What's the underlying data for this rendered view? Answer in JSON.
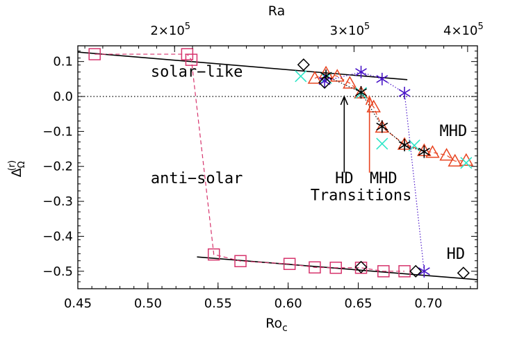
{
  "chart_data": {
    "type": "scatter",
    "xlabel": "Ro",
    "xlabel_sub": "c",
    "ylabel": "Δ",
    "ylabel_sub": "Ω",
    "ylabel_sup": "(r)",
    "top_axis_label": "Ra",
    "xlim": [
      0.45,
      0.735
    ],
    "ylim": [
      -0.55,
      0.145
    ],
    "x_ticks": [
      {
        "value": 0.45,
        "label": "0.45"
      },
      {
        "value": 0.5,
        "label": "0.50"
      },
      {
        "value": 0.55,
        "label": "0.55"
      },
      {
        "value": 0.6,
        "label": "0.60"
      },
      {
        "value": 0.65,
        "label": "0.65"
      },
      {
        "value": 0.7,
        "label": "0.70"
      }
    ],
    "y_ticks": [
      {
        "value": 0.1,
        "label": "0.1"
      },
      {
        "value": 0.0,
        "label": "0.0"
      },
      {
        "value": -0.1,
        "label": "−0.1"
      },
      {
        "value": -0.2,
        "label": "−0.2"
      },
      {
        "value": -0.3,
        "label": "−0.3"
      },
      {
        "value": -0.4,
        "label": "−0.4"
      },
      {
        "value": -0.5,
        "label": "−0.5"
      }
    ],
    "top_ticks": [
      {
        "ro": 0.519,
        "mant": "2×10",
        "exp": "5"
      },
      {
        "ro": 0.647,
        "mant": "3×10",
        "exp": "5"
      },
      {
        "ro": 0.728,
        "mant": "4×10",
        "exp": "5"
      }
    ],
    "reference_line_y": 0.0,
    "series": [
      {
        "marker": "square",
        "color": "#d6336c",
        "line": "dashed",
        "points": [
          [
            0.462,
            0.121
          ],
          [
            0.528,
            0.121
          ],
          [
            0.531,
            0.105
          ],
          [
            0.547,
            -0.452
          ],
          [
            0.566,
            -0.471
          ],
          [
            0.601,
            -0.479
          ],
          [
            0.619,
            -0.489
          ],
          [
            0.634,
            -0.49
          ],
          [
            0.652,
            -0.49
          ],
          [
            0.668,
            -0.5
          ],
          [
            0.683,
            -0.5
          ]
        ]
      },
      {
        "marker": "triangle",
        "color": "#e8431f",
        "line": "dashed",
        "points": [
          [
            0.619,
            0.052
          ],
          [
            0.627,
            0.067
          ],
          [
            0.635,
            0.058
          ],
          [
            0.644,
            0.038
          ],
          [
            0.652,
            0.01
          ],
          [
            0.661,
            -0.03
          ],
          [
            0.667,
            -0.088
          ],
          [
            0.683,
            -0.137
          ],
          [
            0.697,
            -0.155
          ],
          [
            0.703,
            -0.16
          ],
          [
            0.713,
            -0.168
          ],
          [
            0.719,
            -0.185
          ],
          [
            0.727,
            -0.183
          ]
        ]
      },
      {
        "marker": "x",
        "color": "#2ee6c8",
        "line": "none",
        "points": [
          [
            0.609,
            0.058
          ],
          [
            0.627,
            0.053
          ],
          [
            0.652,
            0.01
          ],
          [
            0.667,
            -0.135
          ],
          [
            0.69,
            -0.14
          ],
          [
            0.727,
            -0.19
          ]
        ]
      },
      {
        "marker": "asterisk",
        "color": "#000000",
        "line": "dotted",
        "points": [
          [
            0.627,
            0.059
          ],
          [
            0.652,
            0.012
          ],
          [
            0.667,
            -0.086
          ],
          [
            0.683,
            -0.139
          ],
          [
            0.697,
            -0.158
          ]
        ]
      },
      {
        "marker": "asterisk",
        "color": "#4a16c8",
        "line": "dotted",
        "points": [
          [
            0.626,
            0.044
          ],
          [
            0.652,
            0.07
          ],
          [
            0.667,
            0.05
          ],
          [
            0.683,
            0.01
          ],
          [
            0.697,
            -0.5
          ]
        ]
      },
      {
        "marker": "diamond",
        "color": "#000000",
        "line": "none",
        "points": [
          [
            0.611,
            0.091
          ],
          [
            0.626,
            0.04
          ],
          [
            0.652,
            -0.488
          ],
          [
            0.691,
            -0.5
          ],
          [
            0.725,
            -0.505
          ]
        ]
      }
    ],
    "fit_lines": [
      {
        "color": "#000000",
        "from": [
          0.45,
          0.127
        ],
        "to": [
          0.685,
          0.048
        ]
      },
      {
        "color": "#000000",
        "from": [
          0.535,
          -0.459
        ],
        "to": [
          0.735,
          -0.524
        ]
      }
    ],
    "annotations": [
      {
        "text": "solar−like",
        "at": [
          0.502,
          0.057
        ],
        "anchor": "start",
        "color": "#000000"
      },
      {
        "text": "anti−solar",
        "at": [
          0.502,
          -0.248
        ],
        "anchor": "start",
        "color": "#000000"
      },
      {
        "text": "MHD",
        "at": [
          0.708,
          -0.113
        ],
        "anchor": "start",
        "color": "#000000"
      },
      {
        "text": "HD",
        "at": [
          0.713,
          -0.465
        ],
        "anchor": "start",
        "color": "#000000"
      },
      {
        "text": "HD",
        "at": [
          0.64,
          -0.248
        ],
        "anchor": "middle",
        "color": "#000000"
      },
      {
        "text": "MHD",
        "at": [
          0.668,
          -0.248
        ],
        "anchor": "middle",
        "color": "#e8431f"
      },
      {
        "text": "Transitions",
        "at": [
          0.652,
          -0.297
        ],
        "anchor": "middle",
        "color": "#000000"
      }
    ],
    "arrows": [
      {
        "color": "#000000",
        "from": [
          0.64,
          -0.218
        ],
        "to": [
          0.64,
          0.0
        ]
      },
      {
        "color": "#e8431f",
        "from": [
          0.658,
          -0.218
        ],
        "to": [
          0.658,
          0.0
        ]
      }
    ]
  }
}
